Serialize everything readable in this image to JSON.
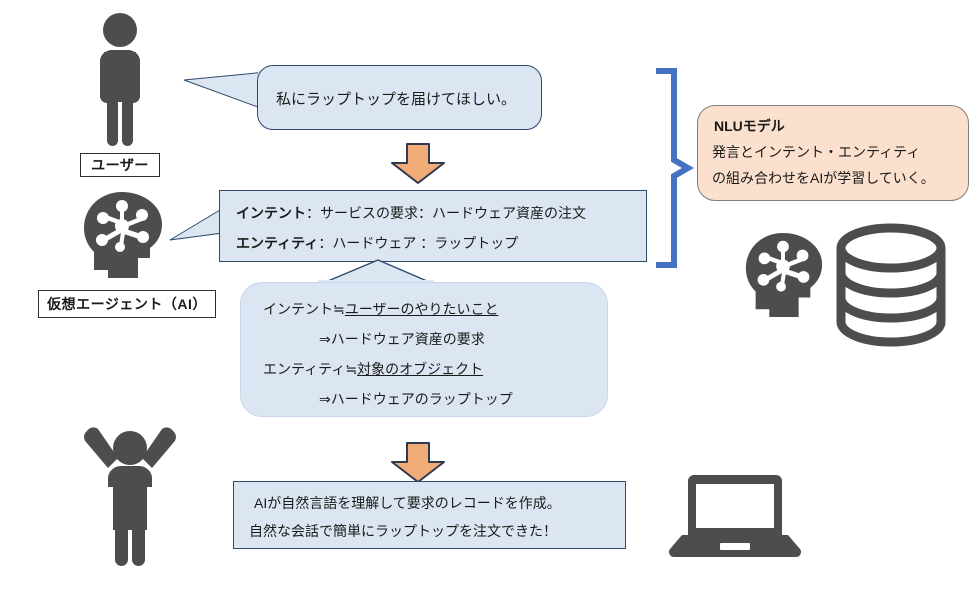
{
  "diagram": {
    "title": "NLU intent and entity recognition flow"
  },
  "actors": {
    "user_label": "ユーザー",
    "agent_label": "仮想エージェント（AI）",
    "user_icon": "person-standing-icon",
    "agent_icon": "ai-head-icon",
    "celebrate_icon": "person-cheering-icon",
    "laptop_icon": "laptop-icon",
    "database_icon": "database-icon",
    "ai_head_right_icon": "ai-head-icon"
  },
  "utterance_bubble": {
    "text": "私にラップトップを届けてほしい。"
  },
  "intent_bubble": {
    "line1_label": "インテント",
    "line1_value": "：サービスの要求：ハードウェア資産の注文",
    "line2_label": "エンティティ",
    "line2_value": "：ハードウェア ：ラップトップ"
  },
  "explain_bubble": {
    "line1_pre": "インテント≒",
    "line1_underline": "ユーザーのやりたいこと",
    "line2": "⇒ハードウェア資産の要求",
    "line3_pre": "エンティティ≒",
    "line3_underline": "対象のオブジェクト",
    "line4": "⇒ハードウェアのラップトップ"
  },
  "result_box": {
    "line1": "AIが自然言語を理解して要求のレコードを作成。",
    "line2": "自然な会話で簡単にラップトップを注文できた！"
  },
  "nlu_callout": {
    "title": "NLUモデル",
    "line1": "発言とインテント・エンティティ",
    "line2": "の組み合わせをAIが学習していく。"
  },
  "arrows": {
    "arrow1": "down-arrow-icon",
    "arrow2": "down-arrow-icon",
    "bracket": "right-brace-icon"
  },
  "colors": {
    "bubble_fill": "#dce6f2",
    "bubble_stroke": "#2e4a6b",
    "nlu_fill": "#fbe0cd",
    "nlu_stroke": "#7f7f7f",
    "arrow_fill": "#f2ac78",
    "arrow_stroke": "#2e3a52",
    "icon_gray": "#4d4d4d",
    "bracket_blue": "#4472c4"
  }
}
